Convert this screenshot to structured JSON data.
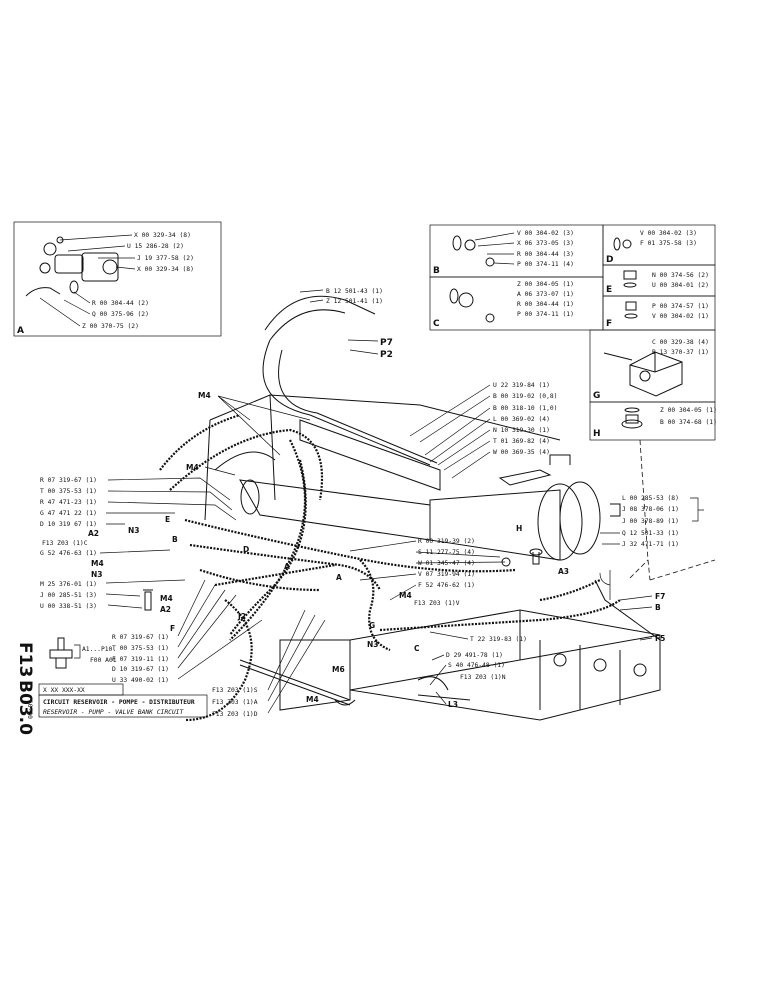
{
  "sheet": {
    "code_f": "F13",
    "code_b": "B03.0",
    "rev": "10-80",
    "ref_code": "X XX XXX-XX",
    "title_fr": "CIRCUIT RESERVOIR - POMPE - DISTRIBUTEUR",
    "title_en": "RESERVOIR - PUMP - VALVE BANK CIRCUIT"
  },
  "detail_a": {
    "letter": "A",
    "parts": [
      "X 00 329-34 (8)",
      "U 15 286-28 (2)",
      "J 19 377-58 (2)",
      "X 00 329-34 (8)",
      "R 00 304-44 (2)",
      "Q 00 375-96 (2)",
      "Z 00 370-75 (2)"
    ]
  },
  "detail_b": {
    "letter": "B",
    "parts": [
      "V 00 304-02 (3)",
      "X 06 373-05 (3)",
      "R 00 304-44 (3)",
      "P 00 374-11 (4)"
    ]
  },
  "detail_c": {
    "letter": "C",
    "parts": [
      "Z 00 304-05 (1)",
      "A 06 373-07 (1)",
      "R 00 304-44 (1)",
      "P 00 374-11 (1)"
    ]
  },
  "detail_d": {
    "letter": "D",
    "parts": [
      "V 00 304-02 (3)",
      "F 01 375-58 (3)"
    ]
  },
  "detail_e": {
    "letter": "E",
    "parts": [
      "N 00 374-56 (2)",
      "U 00 304-01 (2)"
    ]
  },
  "detail_f": {
    "letter": "F",
    "parts": [
      "P 00 374-57 (1)",
      "V 00 304-02 (1)"
    ]
  },
  "detail_g": {
    "letter": "G",
    "parts": [
      "C 00 329-38 (4)",
      "B 13 370-37 (1)"
    ]
  },
  "detail_h": {
    "letter": "H",
    "parts": [
      "Z 00 304-05 (1)",
      "B 00 374-68 (1)"
    ]
  },
  "top_callouts": [
    "B 12 501-43 (1)",
    "Z 12 501-41 (1)",
    "P7",
    "P2"
  ],
  "right_callouts": [
    "U 22 319-84 (1)",
    "B 00 319-02 (0,8)",
    "B 00 318-10 (1,0)",
    "L 00 369-02 (4)",
    "N 10 319-30 (1)",
    "T 01 369-82 (4)",
    "W 00 369-35 (4)"
  ],
  "right_side_callouts": [
    "L 00 285-53 (8)",
    "J 08 378-06 (1)",
    "J 00 378-89 (1)",
    "Q 12 501-33 (1)",
    "J 32 471-71 (1)"
  ],
  "left_callouts": [
    "R 07 319-67 (1)",
    "T 00 375-53 (1)",
    "R 47 471-23 (1)",
    "G 47 471 22 (1)",
    "D 10 319 67 (1)",
    "F13 Z03 (1)C",
    "G 52 476-63 (1)"
  ],
  "left_lower_callouts": [
    "M 25 376-01 (1)",
    "J 00 285-51 (3)",
    "U 00 338-51 (3)"
  ],
  "bottom_left_callouts": [
    "R 07 319-67 (1)",
    "T 00 375-53 (1)",
    "F 07 319-11 (1)",
    "D 10 319-67 (1)",
    "U 33 490-02 (1)"
  ],
  "bottom_refs": [
    "F13 Z03 (1)S",
    "F13 Z03 (1)A",
    "F13 Z03 (1)D"
  ],
  "mid_callouts": [
    "R 00 319-39 (2)",
    "S 11 277-75 (4)",
    "W 01 345-47 (4)",
    "V 07 319-94 (1)",
    "F 52 476-62 (1)",
    "F13 Z03 (1)V",
    "T 22 319-83 (1)",
    "D 29 491-78 (1)",
    "S 40 476-48 (1)",
    "F13 Z03 (1)N"
  ],
  "pos_labels": {
    "m4": "M4",
    "n3": "N3",
    "a2": "A2",
    "e": "E",
    "b": "B",
    "d": "D",
    "f": "F",
    "a": "A",
    "j2": "J2",
    "g": "G",
    "m6": "M6",
    "l3": "L3",
    "c": "C",
    "h": "H",
    "a3": "A3",
    "f7": "F7",
    "f5": "F5"
  },
  "fuse": {
    "range": "A1...P10.",
    "ref": "F00 A01"
  }
}
